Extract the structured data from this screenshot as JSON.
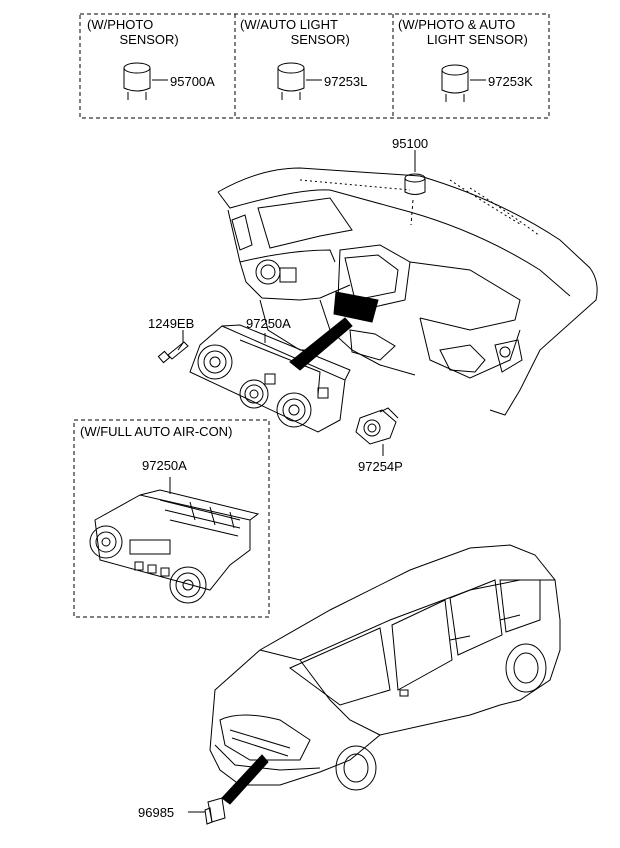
{
  "sensor_boxes": [
    {
      "header": "(W/PHOTO\n         SENSOR)",
      "part": "95700A"
    },
    {
      "header": "(W/AUTO LIGHT\n              SENSOR)",
      "part": "97253L"
    },
    {
      "header": "(W/PHOTO & AUTO\n        LIGHT SENSOR)",
      "part": "97253K"
    }
  ],
  "full_auto_box": {
    "header": "(W/FULL AUTO AIR-CON)",
    "part": "97250A"
  },
  "parts": {
    "sensor_top": "95100",
    "bolt": "1249EB",
    "heater_control": "97250A",
    "switch": "97254P",
    "bottom_sensor": "96985"
  }
}
